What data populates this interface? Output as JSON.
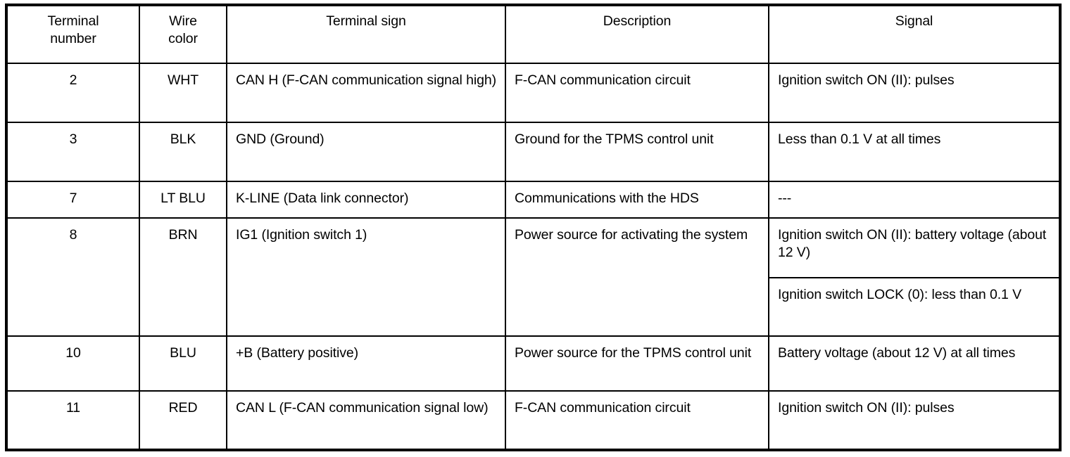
{
  "table": {
    "columns": [
      {
        "key": "terminal_number",
        "label": "Terminal\nnumber",
        "label_line1": "Terminal",
        "label_line2": "number"
      },
      {
        "key": "wire_color",
        "label": "Wire\ncolor",
        "label_line1": "Wire",
        "label_line2": "color"
      },
      {
        "key": "terminal_sign",
        "label": "Terminal sign"
      },
      {
        "key": "description",
        "label": "Description"
      },
      {
        "key": "signal",
        "label": "Signal"
      }
    ],
    "headers": {
      "terminal_number_line1": "Terminal",
      "terminal_number_line2": "number",
      "wire_color_line1": "Wire",
      "wire_color_line2": "color",
      "terminal_sign": "Terminal sign",
      "description": "Description",
      "signal": "Signal"
    },
    "rows": [
      {
        "terminal_number": "2",
        "wire_color": "WHT",
        "terminal_sign": "CAN H (F-CAN communication signal high)",
        "description": "F-CAN communication circuit",
        "signal": "Ignition switch ON (II): pulses"
      },
      {
        "terminal_number": "3",
        "wire_color": "BLK",
        "terminal_sign": "GND (Ground)",
        "description": "Ground for the TPMS control unit",
        "signal": "Less than 0.1 V at all times"
      },
      {
        "terminal_number": "7",
        "wire_color": "LT BLU",
        "terminal_sign": "K-LINE (Data link connector)",
        "description": "Communications with the HDS",
        "signal": "---"
      },
      {
        "terminal_number": "8",
        "wire_color": "BRN",
        "terminal_sign": "IG1 (Ignition switch 1)",
        "description": "Power source for activating the system",
        "signal_1": "Ignition switch ON (II): battery voltage (about 12 V)",
        "signal_2": "Ignition switch LOCK (0): less than 0.1 V"
      },
      {
        "terminal_number": "10",
        "wire_color": "BLU",
        "terminal_sign": "+B (Battery positive)",
        "description": "Power source for the TPMS control unit",
        "signal": "Battery voltage (about 12 V) at all times"
      },
      {
        "terminal_number": "11",
        "wire_color": "RED",
        "terminal_sign": "CAN L (F-CAN communication signal low)",
        "description": "F-CAN communication circuit",
        "signal": "Ignition switch ON (II): pulses"
      }
    ]
  },
  "colors": {
    "border": "#000000",
    "background": "#ffffff",
    "text": "#000000"
  }
}
